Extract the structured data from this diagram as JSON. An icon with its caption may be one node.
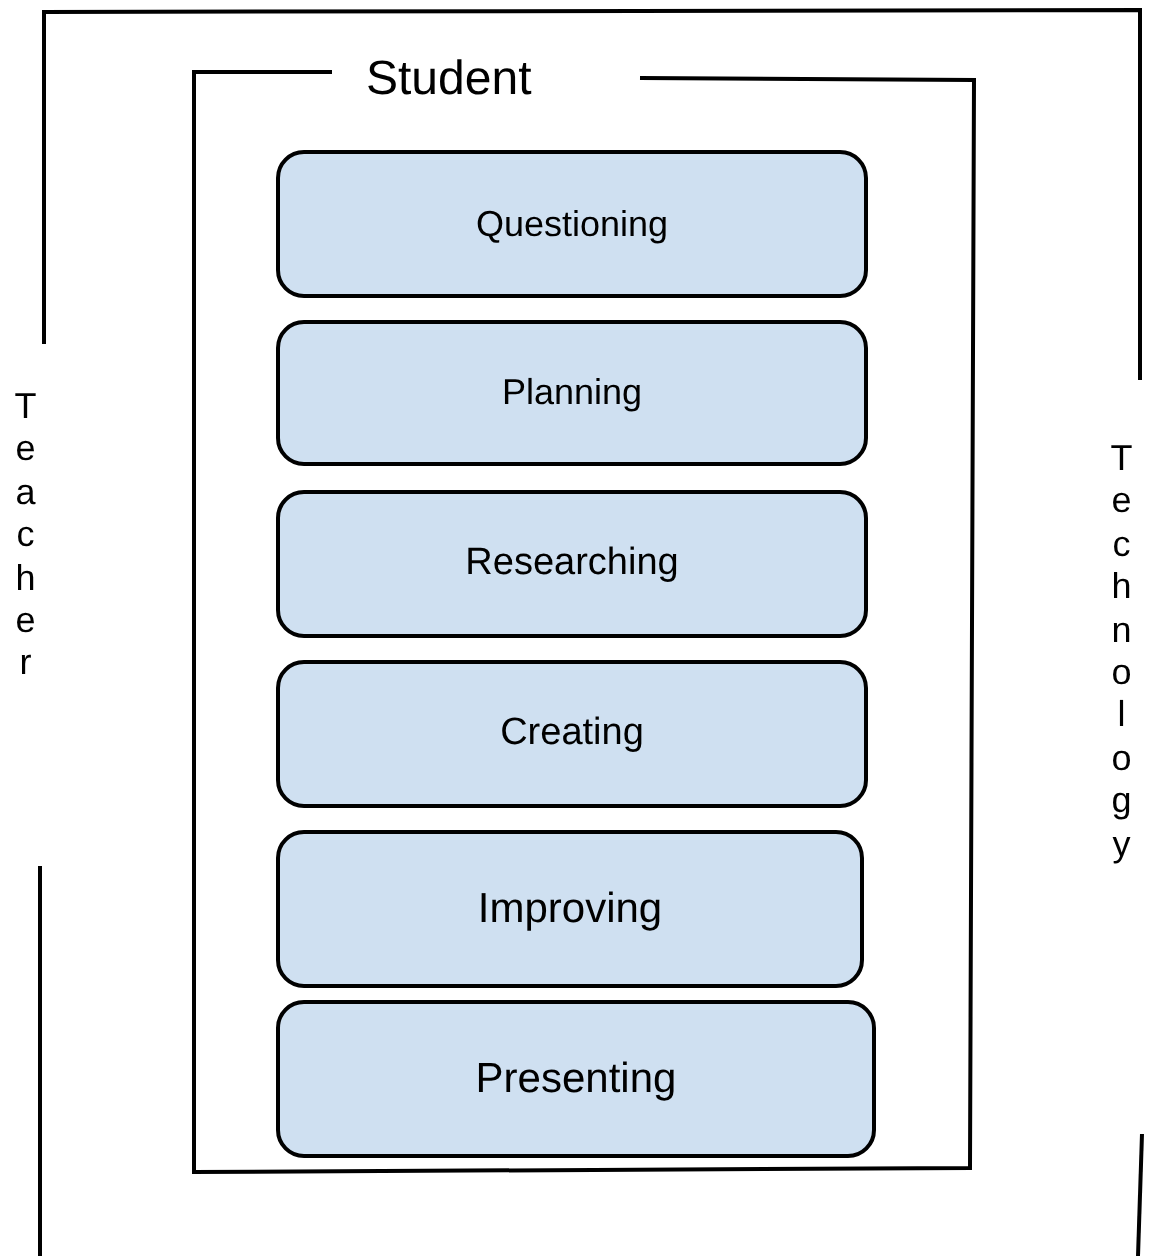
{
  "diagram": {
    "nodes": [
      {
        "text": [
          "Teacher",
          "Technology"
        ]
      },
      {
        "text": [
          "Student"
        ],
        "in": 0
      },
      {
        "text": [
          "Questioning"
        ],
        "in": 1
      },
      {
        "text": [
          "Planning"
        ],
        "in": 1
      },
      {
        "text": [
          "Researching"
        ],
        "in": 1
      },
      {
        "text": [
          "Creating"
        ],
        "in": 1
      },
      {
        "text": [
          "Improving"
        ],
        "in": 1
      },
      {
        "text": [
          "Presenting"
        ],
        "in": 1
      }
    ]
  }
}
